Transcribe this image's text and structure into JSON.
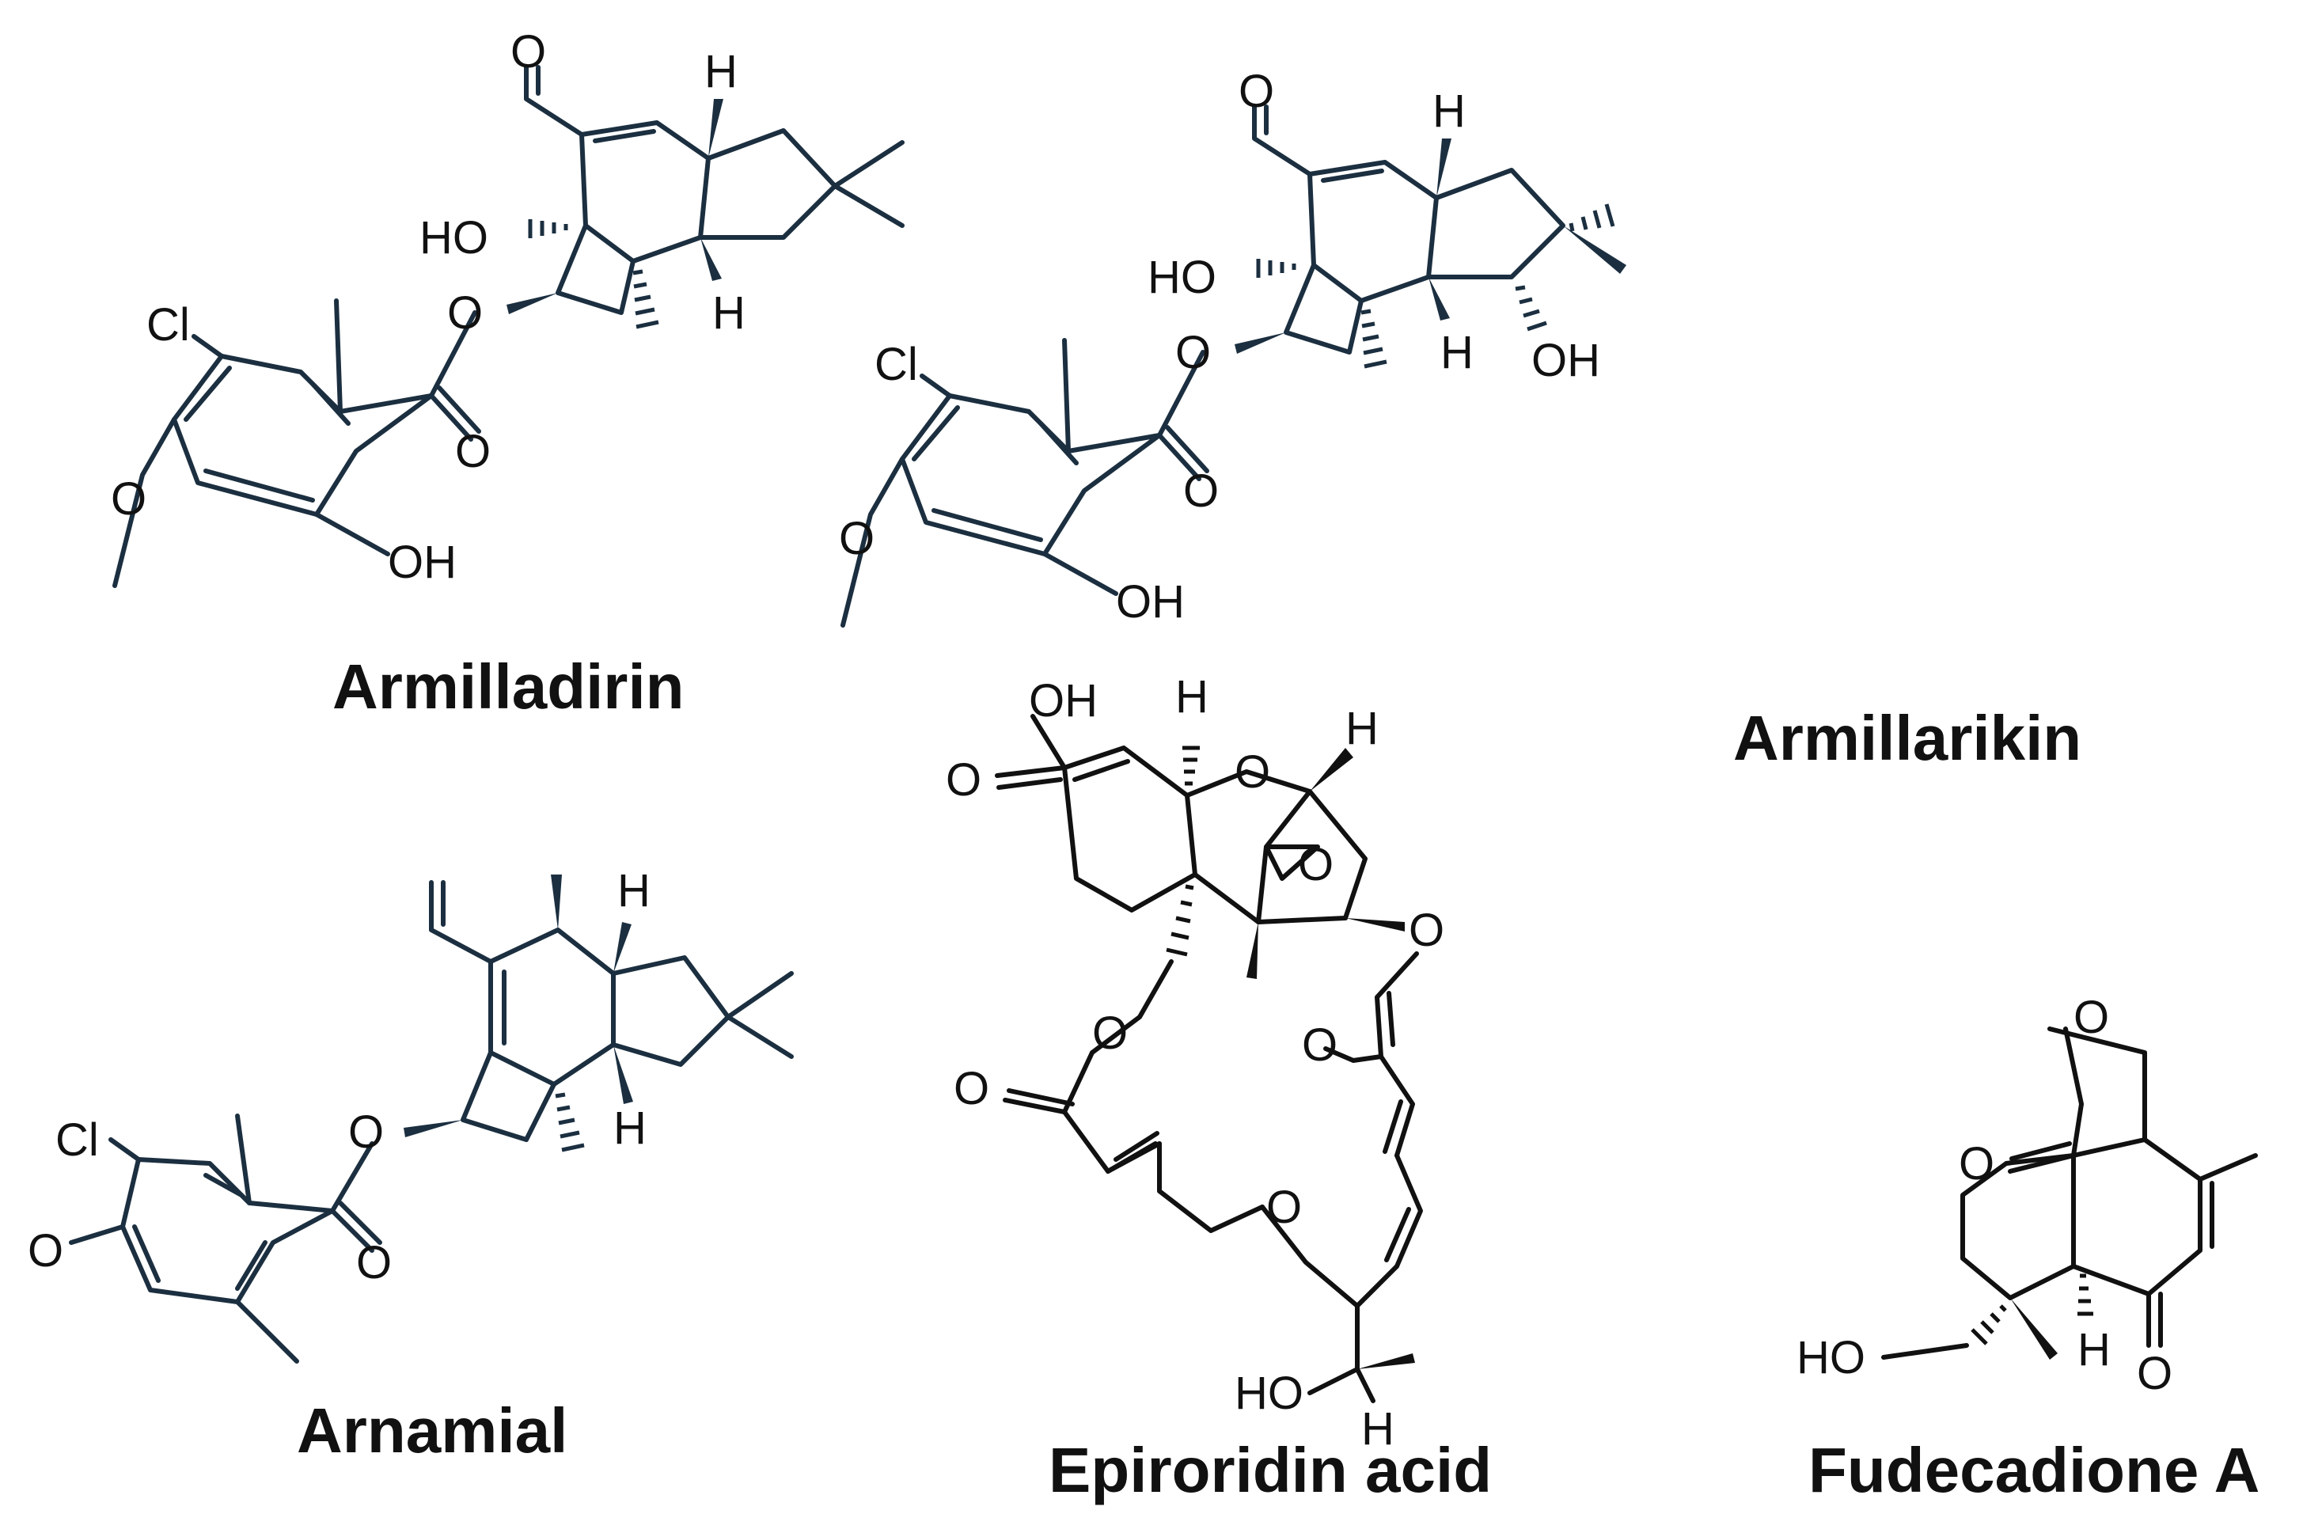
{
  "compounds": {
    "armilladirin": {
      "name": "Armilladirin",
      "atoms": {
        "o_ald": "O",
        "ho": "HO",
        "h_top": "H",
        "h_bot": "H",
        "cl": "Cl",
        "o_ester": "O",
        "o_carb": "O",
        "o_meo": "O",
        "oh": "OH"
      }
    },
    "armillarikin": {
      "name": "Armillarikin",
      "atoms": {
        "o_ald": "O",
        "ho": "HO",
        "h_top": "H",
        "h_bot": "H",
        "oh_ring": "OH",
        "cl": "Cl",
        "o_ester": "O",
        "o_carb": "O",
        "o_meo": "O",
        "oh": "OH"
      }
    },
    "arnamial": {
      "name": "Arnamial",
      "atoms": {
        "h_top": "H",
        "h_bot": "H",
        "cl": "Cl",
        "o_ester": "O",
        "o_carb": "O",
        "o_ar": "O"
      }
    },
    "epiroridin_acid": {
      "name": "Epiroridin acid",
      "atoms": {
        "oh_acid": "OH",
        "o_acid": "O",
        "h1": "H",
        "o_ring": "O",
        "h2": "H",
        "o_epox": "O",
        "o_ester1": "O",
        "o_carb1": "O",
        "o_ester2": "O",
        "o_carb2": "O",
        "o_ether": "O",
        "ho": "HO",
        "h3": "H"
      }
    },
    "fudecadione_a": {
      "name": "Fudecadione A",
      "atoms": {
        "o_lac": "O",
        "o_carb": "O",
        "h": "H",
        "o_ket": "O",
        "ho": "HO"
      }
    }
  }
}
